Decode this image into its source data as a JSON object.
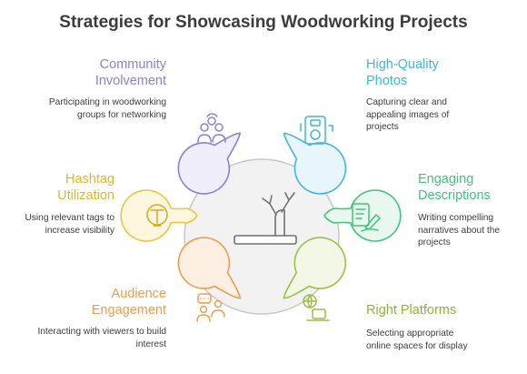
{
  "title": "Strategies for Showcasing Woodworking Projects",
  "center_icon": "woodworking-table-icon",
  "colors": {
    "community": "#8b7fd6",
    "photos": "#3fb6dd",
    "descriptions": "#40c47c",
    "platforms": "#9ac13f",
    "audience": "#ef9c4f",
    "hashtag": "#eec53a",
    "center_fill": "#f2f2f2",
    "center_stroke": "#c8c8c8"
  },
  "items": [
    {
      "key": "community",
      "heading": "Community Involvement",
      "description": "Participating in woodworking groups for networking",
      "icon": "community-group-icon"
    },
    {
      "key": "photos",
      "heading": "High-Quality Photos",
      "description": "Capturing clear and appealing images of projects",
      "icon": "camera-icon"
    },
    {
      "key": "descriptions",
      "heading": "Engaging Descriptions",
      "description": "Writing compelling narratives about the projects",
      "icon": "writing-document-icon"
    },
    {
      "key": "platforms",
      "heading": "Right Platforms",
      "description": "Selecting appropriate online spaces for display",
      "icon": "online-platform-icon"
    },
    {
      "key": "audience",
      "heading": "Audience Engagement",
      "description": "Interacting with viewers to build interest",
      "icon": "chat-people-icon"
    },
    {
      "key": "hashtag",
      "heading": "Hashtag Utilization",
      "description": "Using relevant tags to increase visibility",
      "icon": "tag-icon"
    }
  ]
}
